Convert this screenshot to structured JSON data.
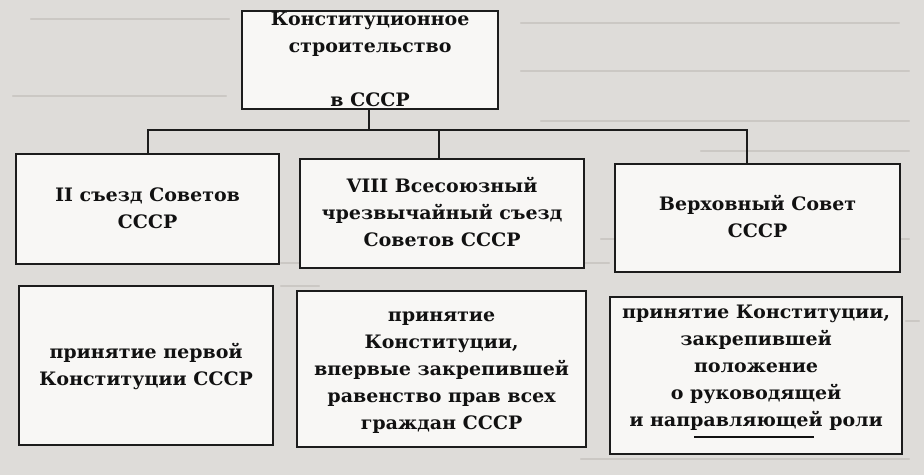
{
  "diagram": {
    "root": {
      "line1": "Конституционное строительство",
      "line2": "в СССР"
    },
    "branches": [
      {
        "header": "II съезд Советов СССР",
        "detail": "принятие первой\nКонституции СССР"
      },
      {
        "header": "VIII Всесоюзный\nчрезвычайный съезд\nСоветов СССР",
        "detail": "принятие Конституции,\nвпервые закрепившей\nравенство прав всех\nграждан СССР"
      },
      {
        "header": "Верховный Совет СССР",
        "detail": "принятие Конституции,\nзакрепившей положение\nо руководящей\nи направляющей роли"
      }
    ]
  },
  "colors": {
    "page": "#dedcd9",
    "box_fill": "#f8f7f5",
    "stroke": "#1c1c1c"
  }
}
